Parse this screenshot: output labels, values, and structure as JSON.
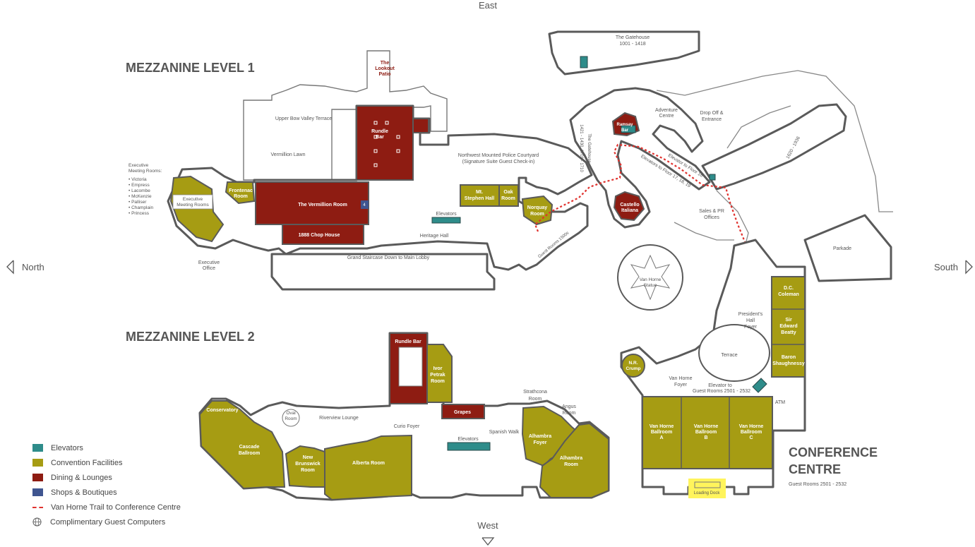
{
  "compass": {
    "east": "East",
    "west": "West",
    "north": "North",
    "south": "South"
  },
  "headings": {
    "mezz1": "MEZZANINE LEVEL 1",
    "mezz2": "MEZZANINE LEVEL 2",
    "conference": [
      "CONFERENCE",
      "CENTRE"
    ],
    "conference_sub": "Guest Rooms 2501 - 2532"
  },
  "executive_list": {
    "title": [
      "Executive",
      "Meeting Rooms:"
    ],
    "items": [
      "• Victoria",
      "• Empress",
      "• Lacombe",
      "• McKenzie",
      "• Palliser",
      "• Champlain",
      "• Princess"
    ]
  },
  "labels": {
    "gatehouse": [
      "The Gatehouse",
      "1001 - 1418"
    ],
    "lookout": [
      "The",
      "Lookout",
      "Patio"
    ],
    "upper_bow": "Upper Bow Valley Terrace",
    "vermillion_lawn": "Vermillion Lawn",
    "rundle_bar": [
      "Rundle",
      "Bar"
    ],
    "nwmp": [
      "Northwest Mounted Police Courtyard",
      "(Signature Suite Guest Check-in)"
    ],
    "vermillion_room": "The Vermillion Room",
    "chop_house": "1888 Chop House",
    "exec_rooms": [
      "Executive",
      "Meeting Rooms"
    ],
    "frontenac": [
      "Frontenac",
      "Room"
    ],
    "exec_office": [
      "Executive",
      "Office"
    ],
    "grand_staircase": "Grand Staircase Down to Main Lobby",
    "heritage_hall": "Heritage Hall",
    "elevators": "Elevators",
    "mt_stephen": [
      "Mt.",
      "Stephen Hall"
    ],
    "oak_room": [
      "Oak",
      "Room"
    ],
    "norquay": [
      "Norquay",
      "Room"
    ],
    "guest_1500s": "Guest Rooms 1500s",
    "gatehouse_side": [
      "1421 - 1430, 1701 - 1710",
      "The Gatehouse"
    ],
    "ramsay": [
      "Ramsay",
      "Bar"
    ],
    "adventure": [
      "Adventure",
      "Centre"
    ],
    "drop_off": [
      "Drop Off &",
      "Entrance"
    ],
    "elev_16": "Elevator to Floor 16",
    "elev_17": "Elevators to Floor 17, 18, 19",
    "rooms_1620": "1620 - 1936",
    "castello": [
      "Castello",
      "Italiana"
    ],
    "sales": [
      "Sales & PR",
      "Offices"
    ],
    "parkade": "Parkade",
    "van_horne_statue": [
      "Van Horne",
      "Statue"
    ],
    "dc_coleman": [
      "D.C.",
      "Coleman"
    ],
    "sir_edward": [
      "Sir",
      "Edward",
      "Beatty"
    ],
    "baron": [
      "Baron",
      "Shaughnessy"
    ],
    "presidents": [
      "President's",
      "Hall",
      "Foyer"
    ],
    "terrace": "Terrace",
    "nr_crump": [
      "N.R.",
      "Crump"
    ],
    "vh_foyer": [
      "Van Horne",
      "Foyer"
    ],
    "elev_conf": [
      "Elevator to",
      "Guest Rooms 2501 - 2532"
    ],
    "atm": "ATM",
    "vh_a": [
      "Van Horne",
      "Ballroom",
      "A"
    ],
    "vh_b": [
      "Van Horne",
      "Ballroom",
      "B"
    ],
    "vh_c": [
      "Van Horne",
      "Ballroom",
      "C"
    ],
    "loading": "Loading Dock",
    "rundle_bar2": "Rundle Bar",
    "ivor": [
      "Ivor",
      "Petrak",
      "Room"
    ],
    "grapes": "Grapes",
    "conservatory": "Conservatory",
    "oval": [
      "Oval",
      "Room"
    ],
    "riverview": "Riverview Lounge",
    "curio": "Curio Foyer",
    "elevators2": "Elevators",
    "spanish": "Spanish Walk",
    "strathcona": [
      "Strathcona",
      "Room"
    ],
    "angus": [
      "Angus",
      "Room"
    ],
    "alhambra_foyer": [
      "Alhambra",
      "Foyer"
    ],
    "alhambra_room": [
      "Alhambra",
      "Room"
    ],
    "cascade": [
      "Cascade",
      "Ballroom"
    ],
    "new_brunswick": [
      "New",
      "Brunswick",
      "Room"
    ],
    "alberta": "Alberta Room",
    "shop_num": "4"
  },
  "legend": [
    {
      "label": "Elevators",
      "color": "#2e8c8a",
      "kind": "swatch"
    },
    {
      "label": "Convention Facilities",
      "color": "#a69c13",
      "kind": "swatch"
    },
    {
      "label": "Dining & Lounges",
      "color": "#8e1c12",
      "kind": "swatch"
    },
    {
      "label": "Shops & Boutiques",
      "color": "#3f5590",
      "kind": "swatch"
    },
    {
      "label": "Van Horne Trail to Conference Centre",
      "color": "#e0322e",
      "kind": "trail"
    },
    {
      "label": "Complimentary Guest Computers",
      "color": "#555555",
      "kind": "globe"
    }
  ],
  "colors": {
    "convention": "#a69c13",
    "dining": "#8e1c12",
    "elevator": "#2e8c8a",
    "shop": "#3f5590",
    "trail": "#e0322e",
    "highlight": "#fff45c"
  }
}
